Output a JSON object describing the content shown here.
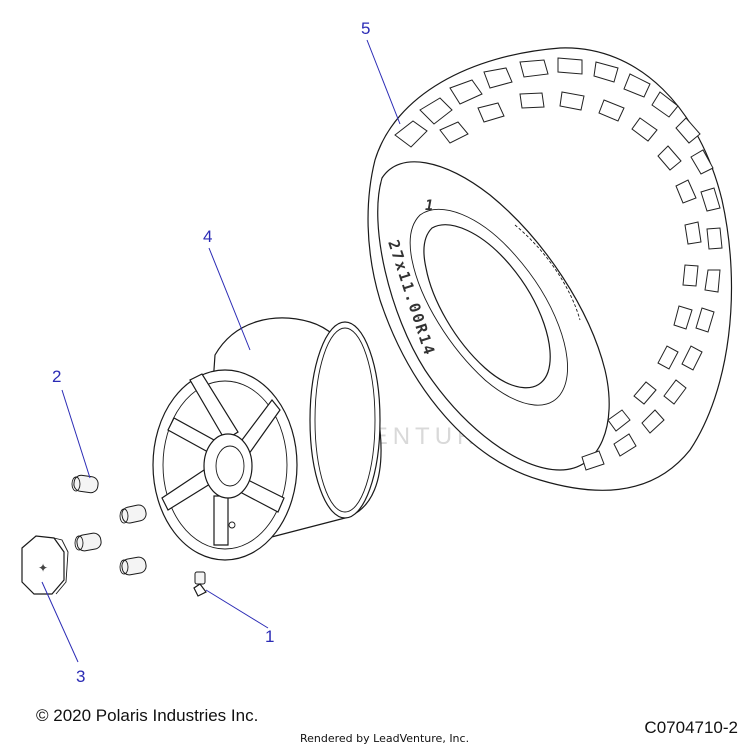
{
  "diagram": {
    "callouts": [
      {
        "id": "1",
        "label": "1"
      },
      {
        "id": "2",
        "label": "2"
      },
      {
        "id": "3",
        "label": "3"
      },
      {
        "id": "4",
        "label": "4"
      },
      {
        "id": "5",
        "label": "5"
      }
    ],
    "tire_sidewall_number": "1",
    "tire_size_text": "27x11.00R14",
    "watermark_text": "LEADVENTURE",
    "callout_color": "#2b2bb5"
  },
  "footer": {
    "copyright": "© 2020 Polaris Industries Inc.",
    "figure_id": "C0704710-2",
    "rendered_by": "Rendered by LeadVenture, Inc."
  }
}
